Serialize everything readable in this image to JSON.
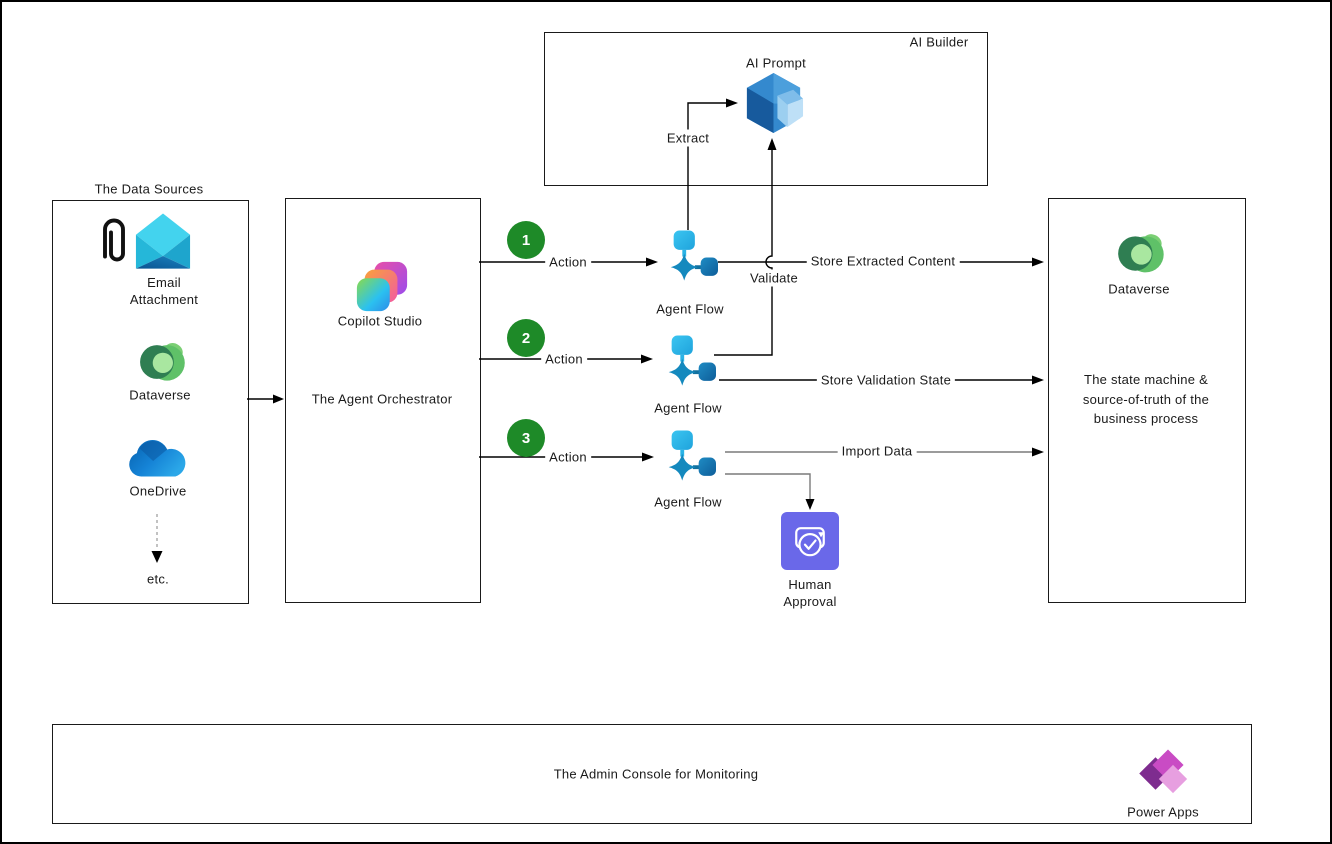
{
  "boxes": {
    "ai_builder": {
      "title": "AI Builder",
      "node_label": "AI Prompt"
    },
    "data_sources": {
      "title": "The Data Sources",
      "email_line1": "Email",
      "email_line2": "Attachment",
      "dataverse_label": "Dataverse",
      "onedrive_label": "OneDrive",
      "etc_label": "etc."
    },
    "orchestrator": {
      "product": "Copilot Studio",
      "subtitle": "The Agent Orchestrator"
    },
    "state_store": {
      "product": "Dataverse",
      "desc_line1": "The state machine &",
      "desc_line2": "source-of-truth of the",
      "desc_line3": "business process"
    },
    "admin": {
      "text": "The Admin Console for Monitoring",
      "product": "Power Apps"
    }
  },
  "steps": [
    {
      "number": "1",
      "action_label": "Action",
      "flow_label": "Agent Flow"
    },
    {
      "number": "2",
      "action_label": "Action",
      "flow_label": "Agent Flow"
    },
    {
      "number": "3",
      "action_label": "Action",
      "flow_label": "Agent Flow"
    }
  ],
  "edges": {
    "extract": "Extract",
    "validate": "Validate",
    "store_extracted": "Store Extracted Content",
    "store_validation": "Store Validation State",
    "import_data": "Import Data"
  },
  "human_approval": {
    "line1": "Human",
    "line2": "Approval"
  },
  "colors": {
    "step_badge": "#1E8A28",
    "human_approval_bg": "#6A68E9",
    "connector_black": "#000000",
    "connector_gray": "#7A7A7A",
    "ai_prompt_blue": "#2E7FC2",
    "dataverse_green": "#5FC168",
    "power_apps_purple": "#8A2E96"
  }
}
